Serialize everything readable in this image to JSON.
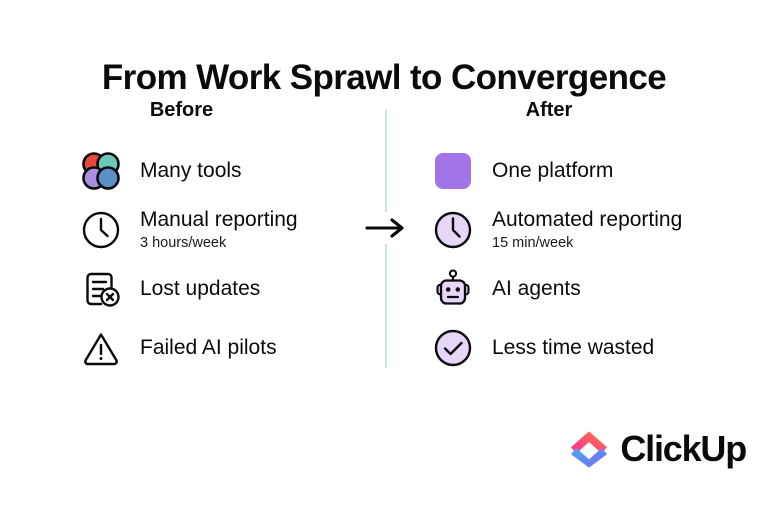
{
  "title": "From Work Sprawl to Convergence",
  "divider": {
    "color": "#cfe0f5"
  },
  "arrow": {
    "name": "right-arrow",
    "color": "#0b0b0d"
  },
  "before": {
    "heading": "Before",
    "rows": [
      {
        "icon": "four-circles-icon",
        "label": "Many tools",
        "sub": ""
      },
      {
        "icon": "clock-icon",
        "label": "Manual reporting",
        "sub": "3 hours/week"
      },
      {
        "icon": "document-error-icon",
        "label": "Lost updates",
        "sub": ""
      },
      {
        "icon": "warning-triangle-icon",
        "label": "Failed AI pilots",
        "sub": ""
      }
    ]
  },
  "after": {
    "heading": "After",
    "rows": [
      {
        "icon": "purple-square-icon",
        "label": "One platform",
        "sub": ""
      },
      {
        "icon": "clock-filled-icon",
        "label": "Automated reporting",
        "sub": "15 min/week"
      },
      {
        "icon": "robot-icon",
        "label": "AI agents",
        "sub": ""
      },
      {
        "icon": "check-circle-icon",
        "label": "Less time wasted",
        "sub": ""
      }
    ]
  },
  "colors": {
    "circle_red": "#E8483C",
    "circle_teal": "#6BC9B8",
    "circle_purple": "#A98FE0",
    "circle_blue": "#5B90C8",
    "brand_purple": "#A175E8",
    "icon_lavender": "#E6D7F8",
    "ink": "#0b0b0d",
    "divider_blue": "#cfe0f5",
    "logo_pink": "#FF2D9E",
    "logo_orange": "#FF7B3D",
    "logo_blue": "#49A7F5",
    "logo_violet": "#7B68EE"
  },
  "logo": {
    "text": "ClickUp",
    "mark": "clickup-logo-mark"
  }
}
